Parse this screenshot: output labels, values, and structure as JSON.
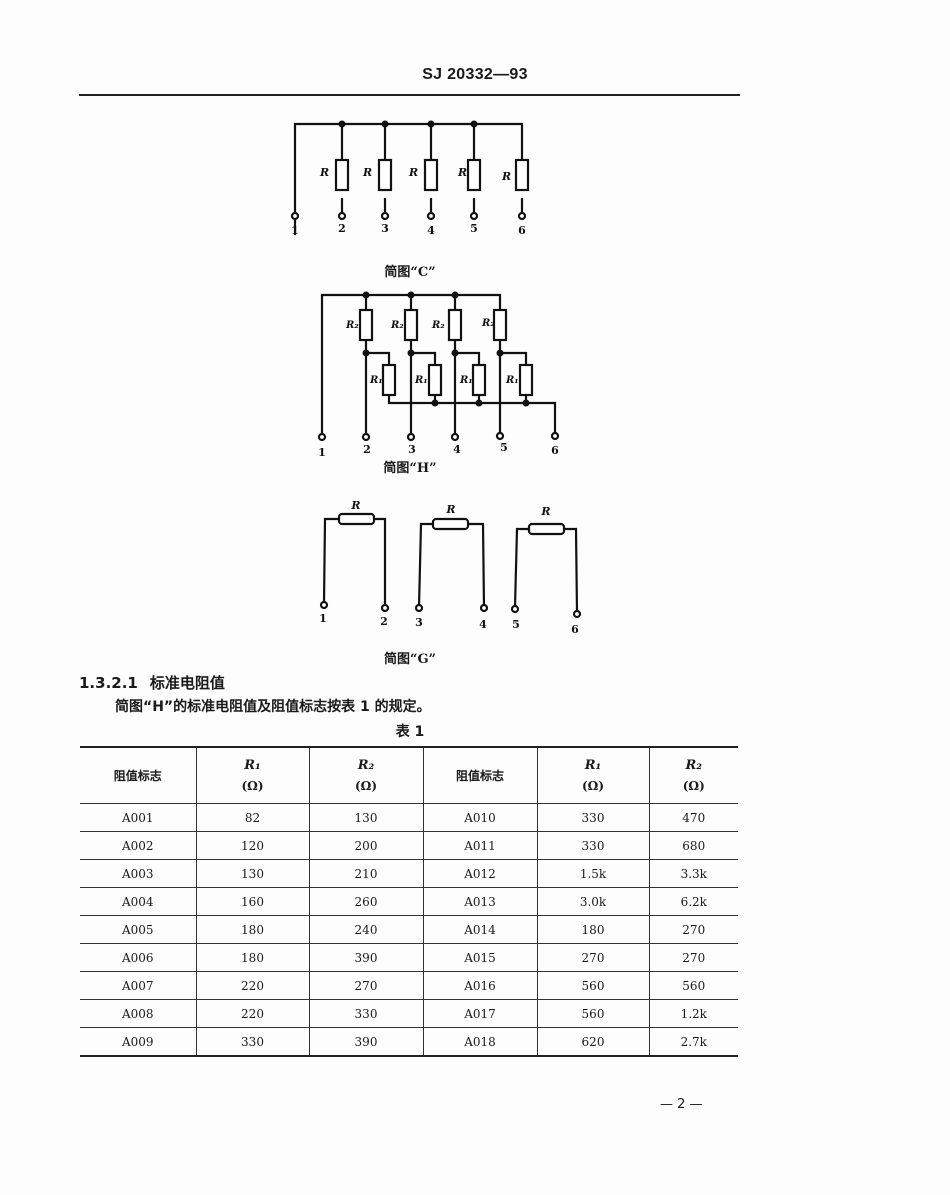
{
  "header": {
    "standard_number": "SJ 20332—93"
  },
  "figures": {
    "c": {
      "caption": "简图“C”",
      "resistor_label": "R",
      "terminals": [
        "1",
        "2",
        "3",
        "4",
        "5",
        "6"
      ]
    },
    "h": {
      "caption": "简图“H”",
      "r1_label": "R₁",
      "r2_label": "R₂",
      "terminals": [
        "1",
        "2",
        "3",
        "4",
        "5",
        "6"
      ]
    },
    "g": {
      "caption": "简图“G”",
      "resistor_label": "R",
      "terminals": [
        "1",
        "2",
        "3",
        "4",
        "5",
        "6"
      ]
    }
  },
  "section": {
    "number": "1.3.2.1",
    "title": "标准电阻值",
    "body": "简图“H”的标准电阻值及阻值标志按表 1 的规定。"
  },
  "table": {
    "title": "表 1",
    "headers": {
      "label": "阻值标志",
      "r1_symbol": "R₁",
      "r2_symbol": "R₂",
      "unit": "(Ω)"
    },
    "rows": [
      [
        "A001",
        "82",
        "130",
        "A010",
        "330",
        "470"
      ],
      [
        "A002",
        "120",
        "200",
        "A011",
        "330",
        "680"
      ],
      [
        "A003",
        "130",
        "210",
        "A012",
        "1.5k",
        "3.3k"
      ],
      [
        "A004",
        "160",
        "260",
        "A013",
        "3.0k",
        "6.2k"
      ],
      [
        "A005",
        "180",
        "240",
        "A014",
        "180",
        "270"
      ],
      [
        "A006",
        "180",
        "390",
        "A015",
        "270",
        "270"
      ],
      [
        "A007",
        "220",
        "270",
        "A016",
        "560",
        "560"
      ],
      [
        "A008",
        "220",
        "330",
        "A017",
        "560",
        "1.2k"
      ],
      [
        "A009",
        "330",
        "390",
        "A018",
        "620",
        "2.7k"
      ]
    ]
  },
  "footer": {
    "page_number": "— 2 —"
  }
}
